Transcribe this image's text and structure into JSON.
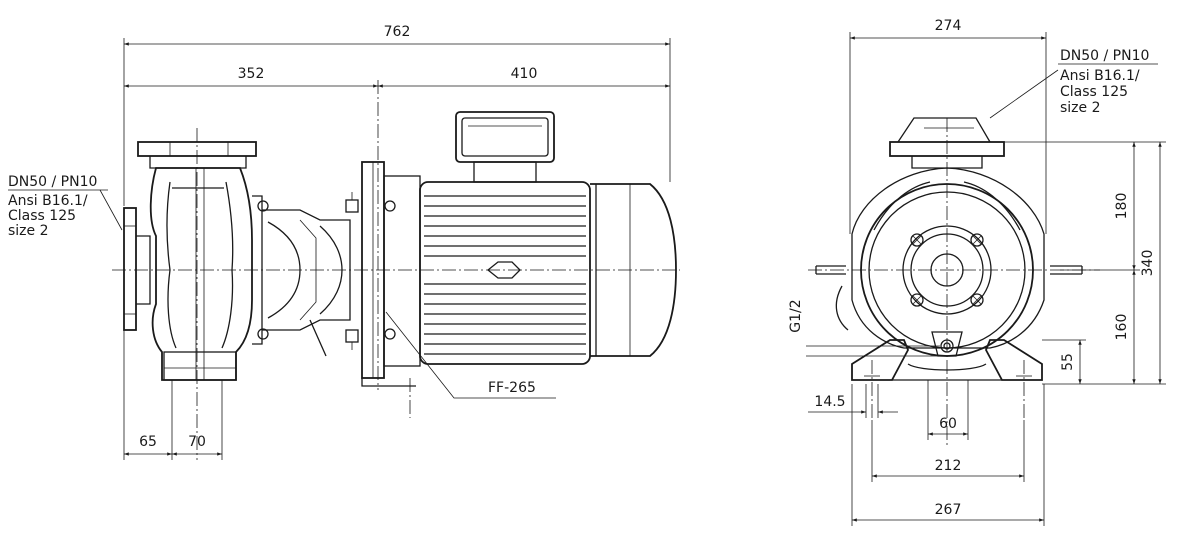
{
  "dimensions": {
    "overall_length": "762",
    "suction_to_flange": "352",
    "motor_length": "410",
    "foot_offset_a": "65",
    "foot_offset_b": "70",
    "overall_width": "274",
    "top_height": "180",
    "total_height": "340",
    "bottom_height": "160",
    "drain_port": "G1/2",
    "base_height": "55",
    "bolt_hole": "14.5",
    "drain_spacing": "60",
    "foot_spacing": "212",
    "base_width": "267"
  },
  "labels": {
    "flange_left_1": "DN50 / PN10",
    "flange_left_2": "Ansi B16.1/",
    "flange_left_3": "Class 125",
    "flange_left_4": "size 2",
    "flange_right_1": "DN50 / PN10",
    "flange_right_2": "Ansi B16.1/",
    "flange_right_3": "Class 125",
    "flange_right_4": "size 2",
    "motor_flange": "FF-265"
  }
}
